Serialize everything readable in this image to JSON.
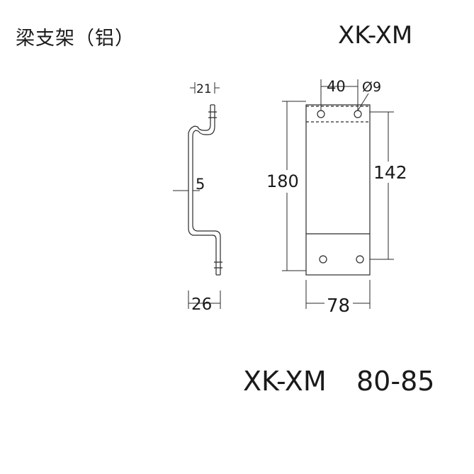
{
  "header": {
    "title_cn": "梁支架（铝）",
    "model": "XK-XM"
  },
  "footer": {
    "model": "XK-XM",
    "size_range": "80-85"
  },
  "dimensions": {
    "side_top_offset": "21",
    "side_thickness": "5",
    "side_bottom_depth": "26",
    "front_hole_spacing": "40",
    "front_hole_diameter": "Ø9",
    "front_height": "180",
    "front_inner_height": "142",
    "front_width": "78"
  },
  "colors": {
    "line": "#2a2a2a",
    "text": "#1a1a1a",
    "background": "#ffffff"
  }
}
